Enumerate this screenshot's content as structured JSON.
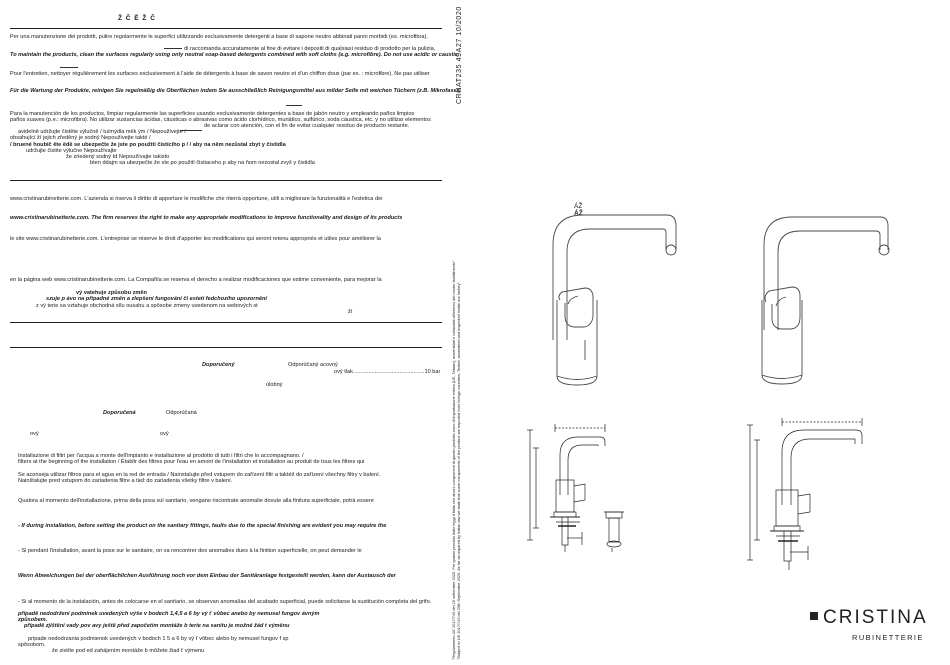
{
  "header": {
    "title_chars": "Ž   Č   Ě        Ž   Č"
  },
  "maintenance": {
    "it": "Per una manutenzione dei prodotti, pulire regolarmente le superfici utilizzando esclusivamente detergenti a base di sapone neutro abbinati panni morbidi (es. microfibra).",
    "it2": "di raccomanda accuratamente al fine di evitare i depositi di qualsiasi residuo di prodotto per la pulizia.",
    "en": "To maintain the products, clean the surfaces regularly using only neutral soap-based detergents combined with soft cloths (e.g. microfibre). Do not use acidic or caustic",
    "fr": "Pour l'entretien, nettoyer régulièrement les surfaces exclusivement à l'aide de détergents à base de savon neutre et d'un chiffon doux (par ex. : microfibre). Ne pas utiliser",
    "de": "Für die Wartung der Produkte, reinigen Sie regelmäßig die Oberflächen indem Sie ausschließlich Reinigungsmittel aus milder Seife mit weichen Tüchern (z.B. Mikrofaser)",
    "es": "Para la manutención de los productos, limpiar regularmente las superficies usando exclusivamente detergentes a base de jabón neutro y empleando paños limpios",
    "es2": "paños suaves (p.e.: microfibra). No utilizar sustancias ácidas, cáusticas o abrasivas como ácido clorhídrico, muriático, sulfúrico, soda cáustica, etc. y no utilizar elementos",
    "es3": "de aclarar con atención, con el fin de evitar cualquier residuo de producto restante.",
    "cz1": "avidelně udržujte              čistěte       výlučně      /                                 tu/mýdla       měk  ým                  /                              Nepoužívejte       /",
    "cz2": "obsahující           ží                  jejich zředěný je                                         sodný      Nepoužívejte takté              /",
    "cz3": "/  bruené houbič           ěte                 ědě se ubezpečte  že jste po použití čistícího p       /                          /                          aby na něm nezůstal zbyt  y čistidla",
    "cz4": "udržujte         čistite    výlučne                                                                                                               Nepoužívajte",
    "cz5": "že                    zriedený                                                                                                    sodný  td  Nepoužívajte takisto",
    "cz6": "bten             ddajm sa ubezpečte  že ste po použití čistiaceho p                                                           aby na ňom nezostal zvyš  y čistidla"
  },
  "rights": {
    "it": "www.cristinarubinetterie.com. L'azienda si riserva il diritto di apportare le modifiche che riterrà opportune, utili a migliorare la funzionalità e l'estetica dei",
    "en": "www.cristinarubinetterie.com. The firm reserves the right to make any appropriate modifications to improve functionality and design of its products",
    "fr": "le site www.cristinarubinetterie.com. L'entreprise se réserve le droit d'apporter les modifications qui seront retenu appropriés et utiles pour améliorer la",
    "es": "en la página web www.cristinarubinetterie.com. La Compañía se reserva el derecho a realizar modificaciones que estime conveniente, para mejorar la",
    "cz1": "vý                      vatehuje                                          způsobu změn",
    "cz2": "szuje p ávo na případné změn                     a zlepšení fungování či estetí             fedchozího upozornění",
    "cz3": "z vý                        terie sa vztahuje obchodná sílu            ousahu a spôsobe zmeny uvedenom na webových  st",
    "cz4": "ží"
  },
  "pressure": {
    "label1": "Doporučený",
    "label2": "Odporúčaný   acovný",
    "line": "ový tlak..............................................10 bar",
    "label3": "úlobný",
    "label4": "Doporučená",
    "label5": "Odporúčaná",
    "ovy1": "ový",
    "ovy2": "ový"
  },
  "install": {
    "it": "Installazione di filtri per l'acqua a monte dell'impianto e installazione al prodotto di tutti i filtri che lo accompagnano. /",
    "en": "filters at the beginning of the installation / Établir des filtres pour l'eau en amont de l'installation et installation au produit de tous les filtres qui",
    "es": "Se aconseja utilizar filtros para el agua en la red de entrada / Nainstalujte před vstupem do zařízení filtr a taktéž do zařízení všechny filtry v balení.",
    "sk": "Nainštalujte pred vstupom do zariadenia filtre a tiež do zariadenia všetky filtre v balení."
  },
  "defects": {
    "it": "Qualora al momento dell'installazione, prima della posa sul sanitario, vengano riscontrate anomalie dovute alla finitura superficiale, potrà essere",
    "en": "- If during installation, before setting the product on the sanitary fittings, faults due to the special finishing are evident you may require the",
    "fr": "- Si pendant l'installation, avant la pose sur le sanitaire, on va rencontrer des anomalies dues à la finition superficielle, on peut demander le",
    "de": "Wenn Abweichungen bei der oberflächlichen Ausführung noch vor dem Einbau der Sanitäranlage festgestellt werden, kann der Austausch der",
    "es": "- Si al momento de la instalación, antes de colocarse en el sanitario, se observan anomalías del acabado superficial, puede solicitarse la sustitución completa del grifo.",
    "cz1": "případě nedodržení podmínek uvedených výše v bodech 1,4,5 a 6 by vý                                                                        ť vůbec anebo by nemusel fungov           ávným",
    "cz1b": "způsobem.",
    "cz2": "případě zjištění vady pov                          avy ještě před započetím montáže b  terie na sanitu je možné žád  t výměnu",
    "cz3": "pripade nedodrzania podmienok uvedených v bodoch 1     5 a 6 by vý                                                      ť vôbec alebo by nemusel fungov  f sp",
    "cz3b": "spôsobom.",
    "cz4": "že zistíte pod                                   ed zahájením montáže b                              môžete žiad  ť výmenu"
  },
  "side": {
    "code": "CRHAT235 49A27    10/2020",
    "fine1": "\"Regolamento UE 2017/745 del 25 settembre 2020. Per quanto previsto dalle leggi d'Italia che alcuni componenti di questo prodotto sono di importazione estera (UE, Taiwan), assemblati e collaudati all'interno del nostro stabilimento\"",
    "fine2": "\"Subject to UE 2017/745 del 25th September 2020. As far as required by Italian law we state that some components of the product are imported from foreign countries. Tested, assembled and inspected inside our factory\""
  },
  "product_labels": {
    "l1": "ÁŽ",
    "l2": "ÁŽ"
  },
  "brand": {
    "name": "CRISTINA",
    "sub": "RUBINETTERIE"
  }
}
